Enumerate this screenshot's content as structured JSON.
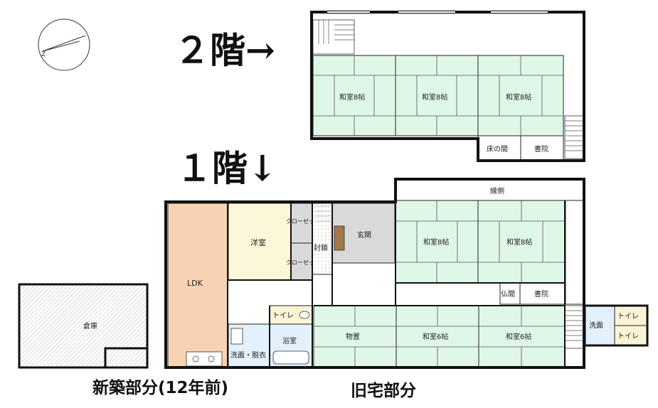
{
  "floors": {
    "second": "２階→",
    "first": "１階↓"
  },
  "captions": {
    "new_part": "新築部分(12年前)",
    "old_part": "旧宅部分"
  },
  "rooms2f": {
    "washitsu_a": "和室8帖",
    "washitsu_b": "和室8帖",
    "washitsu_c": "和室8帖",
    "tokonoma": "床の間",
    "shoin": "書院"
  },
  "rooms1f": {
    "engawa": "縁側",
    "closet_top": "クローゼット",
    "closet_bottom": "クローゼット",
    "youshitsu": "洋室",
    "ldk": "LDK",
    "souko": "倉庫",
    "fuusa": "封鎖",
    "genkan": "玄関",
    "washitsu_8a": "和室8帖",
    "washitsu_8b": "和室8帖",
    "butsuma": "仏間",
    "shoin": "書院",
    "toilet_1": "トイレ",
    "yokushitsu": "浴室",
    "senmen_datsui": "洗面・脱衣",
    "monooki": "物置",
    "washitsu_6a": "和室6帖",
    "washitsu_6b": "和室6帖",
    "senmen": "洗面",
    "toilet_2": "トイレ",
    "toilet_3": "トイレ"
  },
  "colors": {
    "tatami": "#dff7e6",
    "ldk": "#f7d3b3",
    "youshitsu": "#fbf7d8",
    "genkan": "#d9d9d9",
    "wet": "#e2f1fb",
    "toilet": "#fbf3d6",
    "wall": "#111111"
  },
  "icons": {
    "compass": "north-arrow-icon",
    "stairs": "stairs-icon"
  }
}
